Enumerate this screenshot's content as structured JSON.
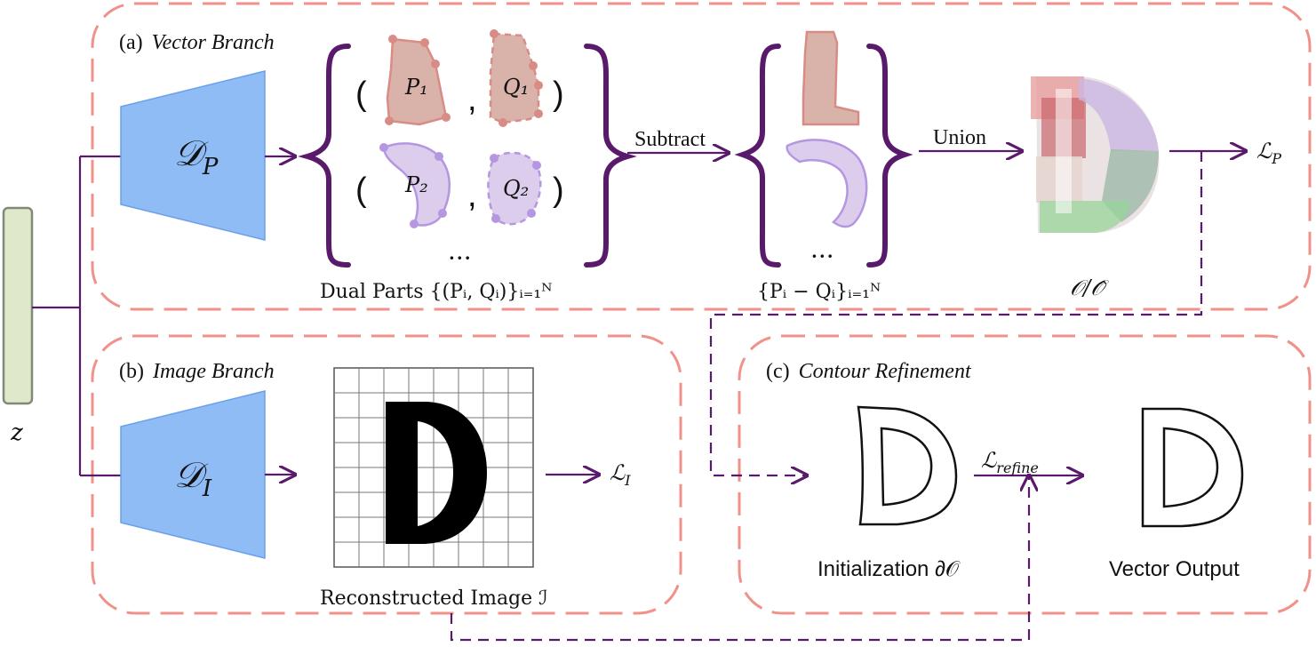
{
  "colors": {
    "panel_border": "#f0928a",
    "arrow": "#5a1a6b",
    "decoder_fill": "#8fbcf5",
    "decoder_stroke": "#6aa0ea",
    "latent_fill": "#dfe8c8",
    "latent_stroke": "#7f8b7a",
    "brace": "#5a1a6b",
    "part_p_red": "#d9b3aa",
    "part_red_stroke": "#d98b86",
    "part_p_purple": "#dccdec",
    "part_purple_stroke": "#b497e0"
  },
  "latent": {
    "label": "z"
  },
  "panel_vector": {
    "prefix": "(a)",
    "title": "Vector Branch",
    "decoder_label": "𝒟",
    "decoder_sub": "P",
    "dual_parts_caption": "Dual Parts {(Pᵢ, Qᵢ)}ᵢ₌₁ᴺ",
    "p1": "P₁",
    "q1": "Q₁",
    "p2": "P₂",
    "q2": "Q₂",
    "ellipsis": "···",
    "subtract_label": "Subtract",
    "diff_caption": "{Pᵢ − Qᵢ}ᵢ₌₁ᴺ",
    "union_label": "Union",
    "output_caption": "𝒪/𝒪̂",
    "loss_label": "ℒ",
    "loss_sub": "P"
  },
  "panel_image": {
    "prefix": "(b)",
    "title": "Image Branch",
    "decoder_label": "𝒟",
    "decoder_sub": "I",
    "image_caption": "Reconstructed Image ℐ",
    "loss_label": "ℒ",
    "loss_sub": "I"
  },
  "panel_contour": {
    "prefix": "(c)",
    "title": "Contour Refinement",
    "init_caption": "Initialization ∂𝒪",
    "refine_label": "ℒ",
    "refine_sub": "refine",
    "output_caption": "Vector Output"
  }
}
